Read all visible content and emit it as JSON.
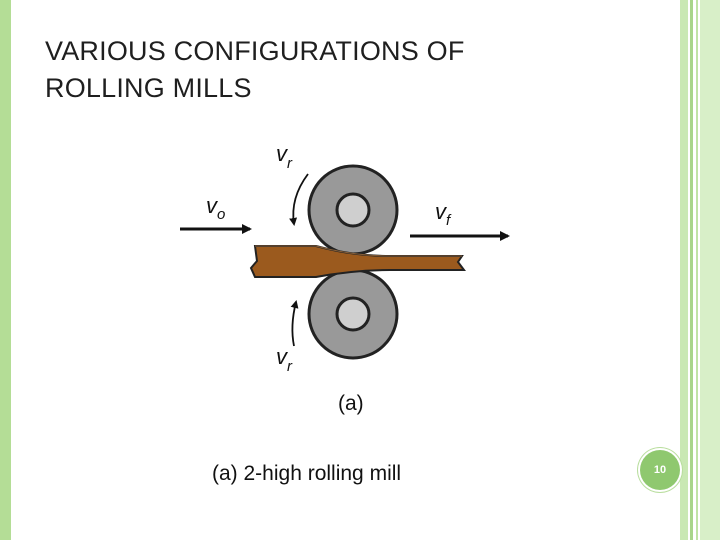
{
  "slide": {
    "title": "VARIOUS CONFIGURATIONS OF\nROLLING MILLS",
    "caption": "(a) 2‑high rolling mill",
    "page_number": "10"
  },
  "figure": {
    "label_vr_top": "v",
    "label_vr_top_sub": "r",
    "label_vo": "v",
    "label_vo_sub": "o",
    "label_vf": "v",
    "label_vf_sub": "f",
    "label_vr_bottom": "v",
    "label_vr_bottom_sub": "r",
    "sublabel": "(a)"
  },
  "colors": {
    "accent_green": "#8fc86f",
    "roll_gray": "#999999",
    "strip_brown": "#9b5a1e"
  }
}
